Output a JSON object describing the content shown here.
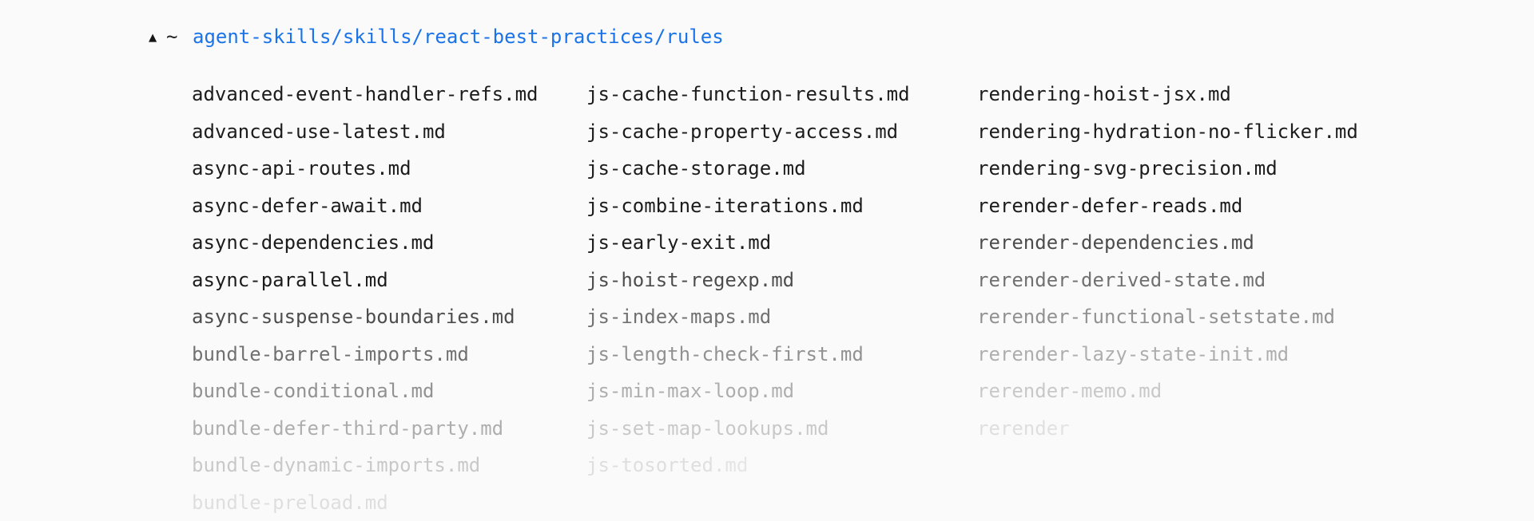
{
  "header": {
    "collapse_indicator": "▲",
    "home_symbol": "~",
    "path": "agent-skills/skills/react-best-practices/rules"
  },
  "colors": {
    "background": "#fafafa",
    "file_text": "#1c1c1c",
    "path_link_blue": "#1a73e8",
    "header_icon": "#151515"
  },
  "files": {
    "columns": [
      {
        "items": [
          "advanced-event-handler-refs.md",
          "advanced-use-latest.md",
          "async-api-routes.md",
          "async-defer-await.md",
          "async-dependencies.md",
          "async-parallel.md",
          "async-suspense-boundaries.md",
          "bundle-barrel-imports.md",
          "bundle-conditional.md",
          "bundle-defer-third-party.md",
          "bundle-dynamic-imports.md",
          "bundle-preload.md"
        ]
      },
      {
        "items": [
          "js-cache-function-results.md",
          "js-cache-property-access.md",
          "js-cache-storage.md",
          "js-combine-iterations.md",
          "js-early-exit.md",
          "js-hoist-regexp.md",
          "js-index-maps.md",
          "js-length-check-first.md",
          "js-min-max-loop.md",
          "js-set-map-lookups.md",
          "js-tosorted.md"
        ]
      },
      {
        "items": [
          "rendering-hoist-jsx.md",
          "rendering-hydration-no-flicker.md",
          "rendering-svg-precision.md",
          "rerender-defer-reads.md",
          "rerender-dependencies.md",
          "rerender-derived-state.md",
          "rerender-functional-setstate.md",
          "rerender-lazy-state-init.md",
          "rerender-memo.md",
          "rerender"
        ]
      }
    ]
  }
}
